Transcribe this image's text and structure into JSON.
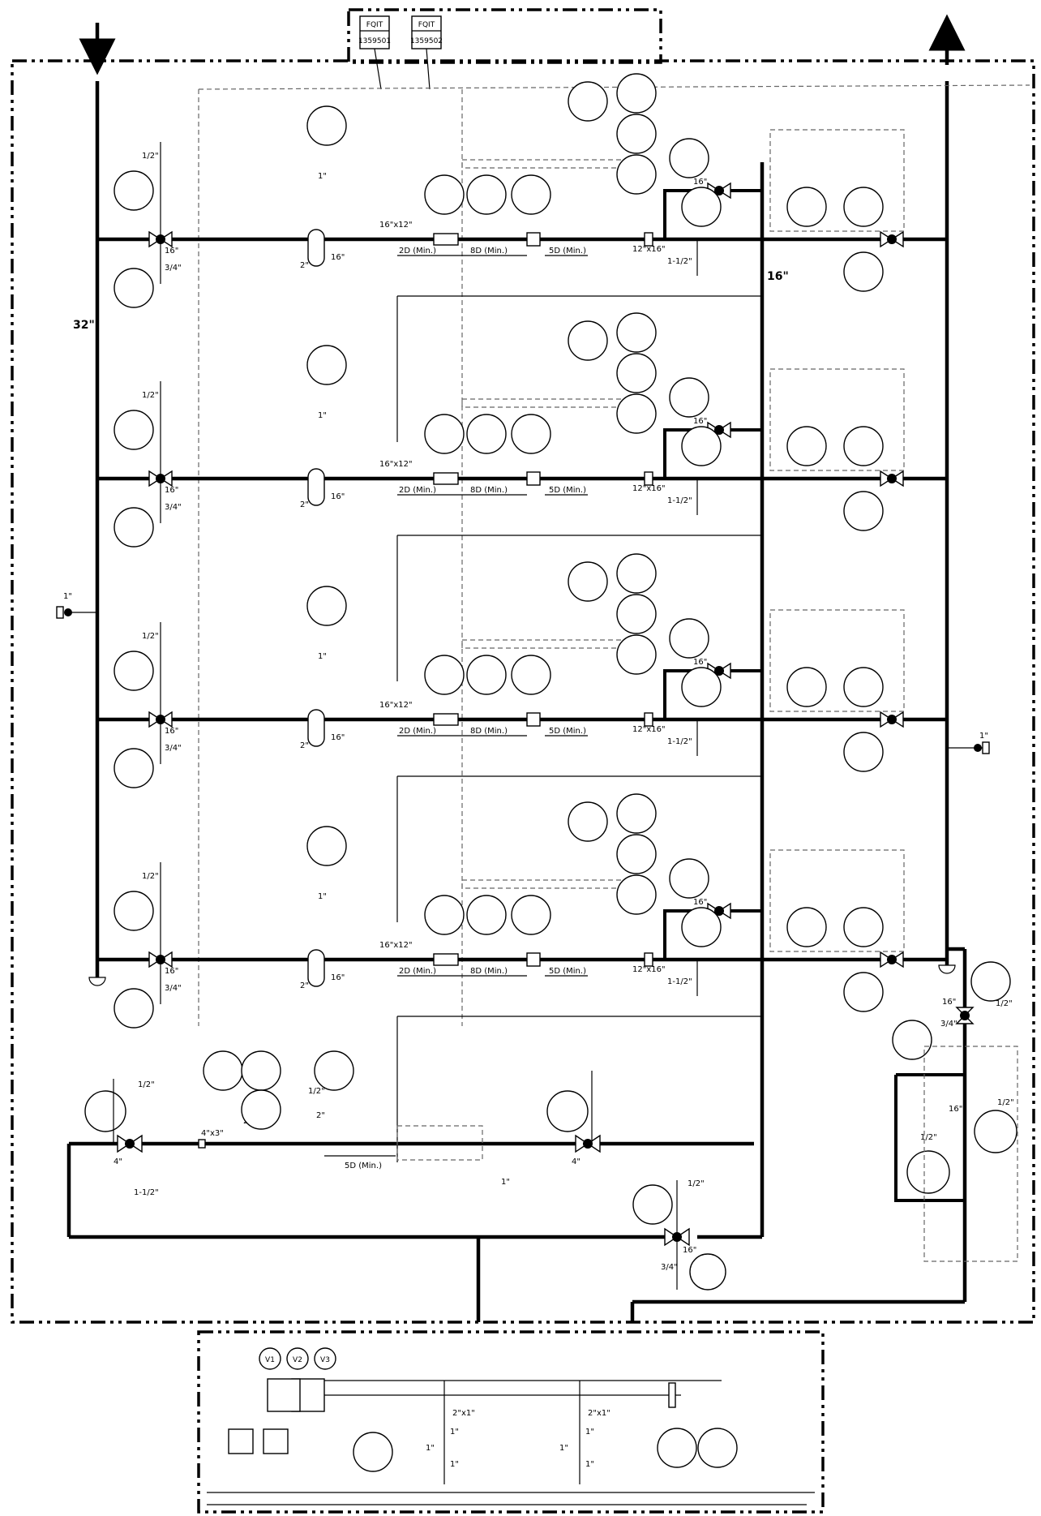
{
  "header_tags": [
    {
      "top": "FQIT",
      "bottom": "1359501"
    },
    {
      "top": "FQIT",
      "bottom": "1359502"
    }
  ],
  "header_label": "32\"",
  "collector_label": "16\"",
  "runs": [
    {
      "meas": "16\"x12\"",
      "reducer": "12\"x16\"",
      "d2": "2D (Min.)",
      "d8": "8D (Min.)",
      "d5": "5D (Min.)",
      "inlet": "16\"",
      "outlet": "16\"",
      "bleed": "1/2\"",
      "drain": "3/4\"",
      "vent": "1\"",
      "tee": "2\"",
      "filter": "16\"",
      "side": "1-1/2\""
    },
    {
      "meas": "16\"x12\"",
      "reducer": "12\"x16\"",
      "d2": "2D (Min.)",
      "d8": "8D (Min.)",
      "d5": "5D (Min.)",
      "inlet": "16\"",
      "outlet": "16\"",
      "bleed": "1/2\"",
      "drain": "3/4\"",
      "vent": "1\"",
      "tee": "2\"",
      "filter": "16\"",
      "side": "1-1/2\""
    },
    {
      "meas": "16\"x12\"",
      "reducer": "12\"x16\"",
      "d2": "2D (Min.)",
      "d8": "8D (Min.)",
      "d5": "5D (Min.)",
      "inlet": "16\"",
      "outlet": "16\"",
      "bleed": "1/2\"",
      "drain": "3/4\"",
      "vent": "1\"",
      "tee": "2\"",
      "filter": "16\"",
      "side": "1-1/2\""
    },
    {
      "meas": "16\"x12\"",
      "reducer": "12\"x16\"",
      "d2": "2D (Min.)",
      "d8": "8D (Min.)",
      "d5": "5D (Min.)",
      "inlet": "16\"",
      "outlet": "16\"",
      "bleed": "1/2\"",
      "drain": "3/4\"",
      "vent": "1\"",
      "tee": "2\"",
      "filter": "16\"",
      "side": "1-1/2\""
    }
  ],
  "valve_left": "1\"",
  "valve_right": "1\"",
  "prover": {
    "reducer": "4\"x3\"",
    "d5": "5D (Min.)",
    "left_valve": "4\"",
    "right_valve": "4\"",
    "bleed": "1/2\"",
    "side": "1-1/2\"",
    "vent": "1\"",
    "tee": "2\"",
    "inst_tee": "2\"",
    "inst_bleed": "1/2\""
  },
  "return": {
    "outlet": "16\"",
    "bleed": "1/2\"",
    "drain": "3/4\""
  },
  "outlet_pkg": {
    "size": "16\"",
    "drain": "3/4\"",
    "bleed": "1/2\"",
    "bypass": "16\"",
    "bypass_bleed": "1/2\"",
    "inner_bleed": "1/2\""
  },
  "analyzer": {
    "vessels": [
      "V1",
      "V2",
      "V3"
    ],
    "reducers": [
      "2\"x1\"",
      "2\"x1\""
    ],
    "valves": [
      "1\"",
      "1\"",
      "1\"",
      "1\"",
      "1\"",
      "1\""
    ]
  }
}
